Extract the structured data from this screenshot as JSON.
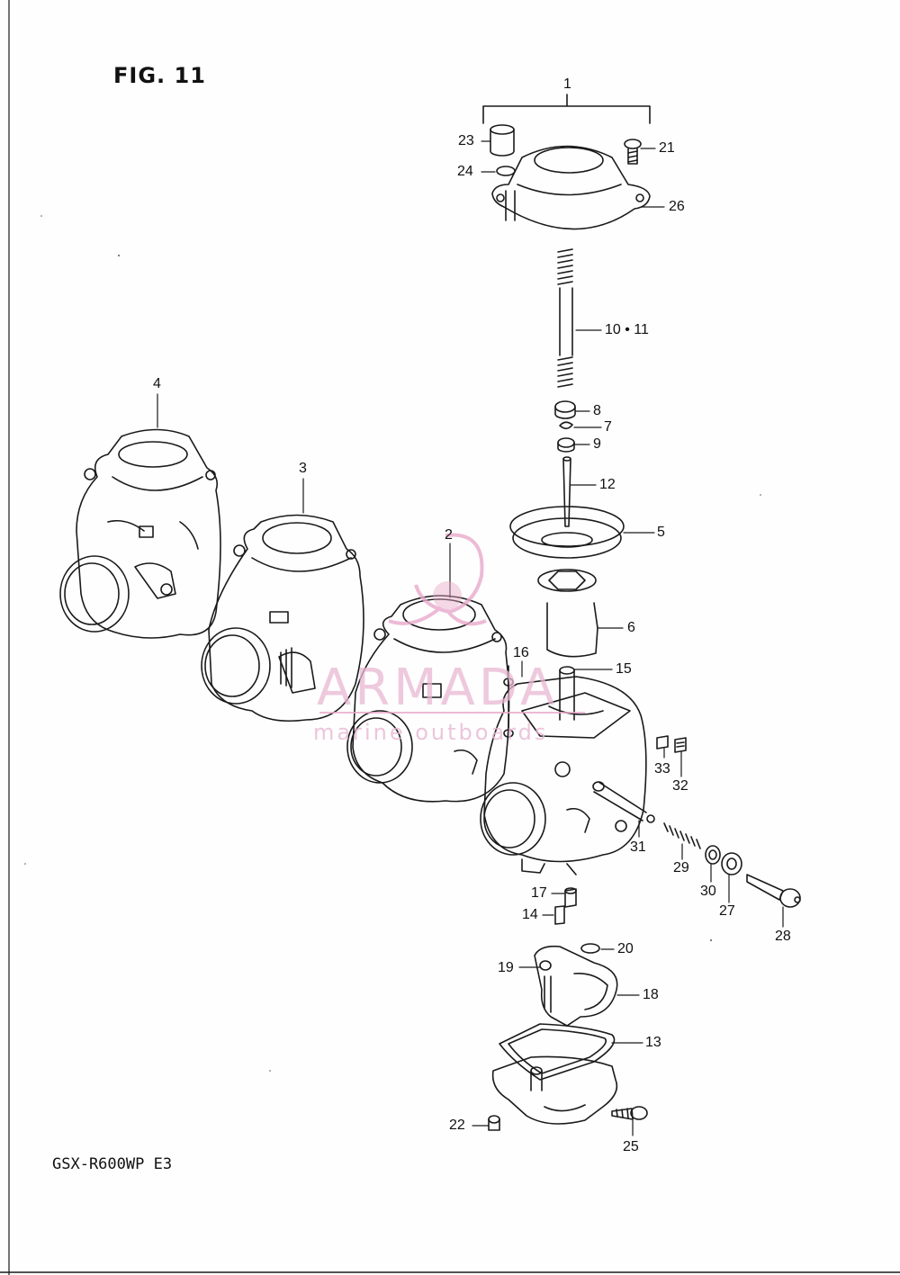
{
  "figure": {
    "title": "FIG. 11",
    "model_code": "GSX-R600WP E3"
  },
  "watermark": {
    "brand": "ARMADA",
    "tagline": "marine outboards",
    "color": "#e9a9cb"
  },
  "callouts": [
    {
      "id": "1",
      "label": "1"
    },
    {
      "id": "2",
      "label": "2"
    },
    {
      "id": "3",
      "label": "3"
    },
    {
      "id": "4",
      "label": "4"
    },
    {
      "id": "5",
      "label": "5"
    },
    {
      "id": "6",
      "label": "6"
    },
    {
      "id": "7",
      "label": "7"
    },
    {
      "id": "8",
      "label": "8"
    },
    {
      "id": "9",
      "label": "9"
    },
    {
      "id": "10-11",
      "label": "10 • 11"
    },
    {
      "id": "12",
      "label": "12"
    },
    {
      "id": "13",
      "label": "13"
    },
    {
      "id": "14",
      "label": "14"
    },
    {
      "id": "15",
      "label": "15"
    },
    {
      "id": "16",
      "label": "16"
    },
    {
      "id": "17",
      "label": "17"
    },
    {
      "id": "18",
      "label": "18"
    },
    {
      "id": "19",
      "label": "19"
    },
    {
      "id": "20",
      "label": "20"
    },
    {
      "id": "21",
      "label": "21"
    },
    {
      "id": "22",
      "label": "22"
    },
    {
      "id": "23",
      "label": "23"
    },
    {
      "id": "24",
      "label": "24"
    },
    {
      "id": "25",
      "label": "25"
    },
    {
      "id": "26",
      "label": "26"
    },
    {
      "id": "27",
      "label": "27"
    },
    {
      "id": "28",
      "label": "28"
    },
    {
      "id": "29",
      "label": "29"
    },
    {
      "id": "30",
      "label": "30"
    },
    {
      "id": "31",
      "label": "31"
    },
    {
      "id": "32",
      "label": "32"
    },
    {
      "id": "33",
      "label": "33"
    }
  ]
}
